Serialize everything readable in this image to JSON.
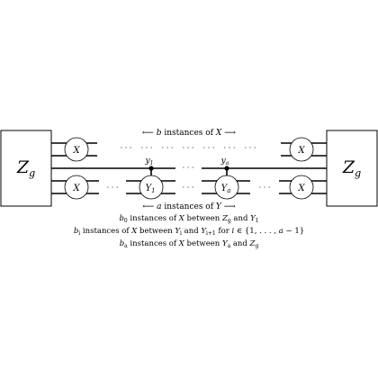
{
  "blocks": {
    "left_label": "Z",
    "left_sub": "g",
    "right_label": "Z",
    "right_sub": "g"
  },
  "x_nodes": {
    "label": "X"
  },
  "y_nodes": {
    "first": {
      "label": "Y",
      "sub": "1",
      "tap_label": "y",
      "tap_sub": "1"
    },
    "last": {
      "label": "Y",
      "sub": "a",
      "tap_label": "y",
      "tap_sub": "a"
    }
  },
  "annotations": {
    "top": {
      "arrow_left": "⟵",
      "var": "b",
      "text": " instances of ",
      "obj": "X",
      "arrow_right": "⟶"
    },
    "bottom_arrow": {
      "arrow_left": "⟵",
      "var": "a",
      "text": " instances of ",
      "obj": "Y",
      "arrow_right": "⟶"
    }
  },
  "legend": {
    "line1": {
      "var": "b",
      "sub": "0",
      "t1": " instances of ",
      "obj": "X",
      "t2": " between ",
      "a": "Z",
      "a_sub": "g",
      "t3": " and ",
      "b": "Y",
      "b_sub": "1"
    },
    "line2": {
      "var": "b",
      "sub": "i",
      "t1": " instances of ",
      "obj": "X",
      "t2": " between ",
      "a": "Y",
      "a_sub": "i",
      "t3": " and ",
      "b": "Y",
      "b_sub": "i+1",
      "t4": " for ",
      "i": "i",
      "t5": " ∈ {1, . . . , ",
      "a_var": "a",
      "t6": " − 1}"
    },
    "line3": {
      "var": "b",
      "sub": "a",
      "t1": " instances of ",
      "obj": "X",
      "t2": " between ",
      "a": "Y",
      "a_sub": "a",
      "t3": " and ",
      "b": "Z",
      "b_sub": "g"
    }
  },
  "ellipsis": "· · ·"
}
